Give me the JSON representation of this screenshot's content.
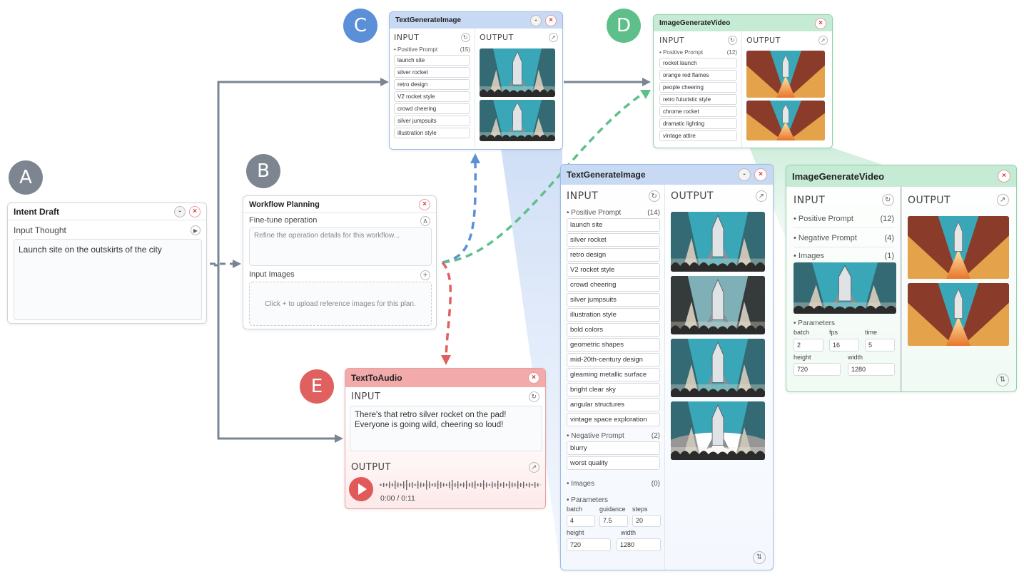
{
  "markers": {
    "a": "A",
    "b": "B",
    "c": "C",
    "d": "D",
    "e": "E"
  },
  "colors": {
    "blue": "#5b8fd8",
    "green": "#5fbf8a",
    "red": "#e06060",
    "gray": "#7a8593",
    "marker_a": "#7d8591",
    "marker_b": "#7d8591"
  },
  "intent": {
    "title": "Intent Draft",
    "min": "-",
    "close": "×",
    "field_label": "Input Thought",
    "field_value": "Launch site on the outskirts of the city"
  },
  "planning": {
    "title": "Workflow Planning",
    "close": "×",
    "fine_label": "Fine-tune operation",
    "fine_placeholder": "Refine the operation details for this workflow...",
    "images_label": "Input Images",
    "images_add": "+",
    "upload_hint": "Click + to upload reference images for this plan."
  },
  "c_small": {
    "title": "TextGenerateImage",
    "min": "-",
    "close": "×",
    "input": "INPUT",
    "output": "OUTPUT",
    "section": "Positive Prompt",
    "count": "(15)",
    "tags": [
      "launch site",
      "silver rocket",
      "retro design",
      "V2 rocket style",
      "crowd cheering",
      "silver jumpsuits",
      "illustration style"
    ]
  },
  "d_small": {
    "title": "ImageGenerateVideo",
    "close": "×",
    "input": "INPUT",
    "output": "OUTPUT",
    "section": "Positive Prompt",
    "count": "(12)",
    "tags": [
      "rocket launch",
      "orange red flames",
      "people cheering",
      "retro futuristic style",
      "chrome rocket",
      "dramatic lighting",
      "vintage attire"
    ]
  },
  "c_big": {
    "title": "TextGenerateImage",
    "min": "-",
    "close": "×",
    "input": "INPUT",
    "output": "OUTPUT",
    "pos_label": "Positive Prompt",
    "pos_count": "(14)",
    "tags": [
      "launch site",
      "silver rocket",
      "retro design",
      "V2 rocket style",
      "crowd cheering",
      "silver jumpsuits",
      "illustration style",
      "bold colors",
      "geometric shapes",
      "mid-20th-century design",
      "gleaming metallic surface",
      "bright clear sky",
      "angular structures",
      "vintage space exploration"
    ],
    "neg_label": "Negative Prompt",
    "neg_count": "(2)",
    "neg_tags": [
      "blurry",
      "worst quality"
    ],
    "img_label": "Images",
    "img_count": "(0)",
    "param_label": "Parameters",
    "p": {
      "batch_l": "batch",
      "batch": "4",
      "guid_l": "guidance",
      "guid": "7.5",
      "steps_l": "steps",
      "steps": "20",
      "height_l": "height",
      "height": "720",
      "width_l": "width",
      "width": "1280"
    }
  },
  "d_big": {
    "title": "ImageGenerateVideo",
    "close": "×",
    "input": "INPUT",
    "output": "OUTPUT",
    "pos_label": "Positive Prompt",
    "pos_count": "(12)",
    "neg_label": "Negative Prompt",
    "neg_count": "(4)",
    "img_label": "Images",
    "img_count": "(1)",
    "param_label": "Parameters",
    "p": {
      "batch_l": "batch",
      "batch": "2",
      "fps_l": "fps",
      "fps": "16",
      "time_l": "time",
      "time": "5",
      "height_l": "height",
      "height": "720",
      "width_l": "width",
      "width": "1280"
    }
  },
  "audio": {
    "title": "TextToAudio",
    "close": "×",
    "input": "INPUT",
    "text_1": "There's that retro silver rocket on the pad!",
    "text_2": "Everyone is going wild, cheering so loud!",
    "output": "OUTPUT",
    "time": "0:00 / 0:11"
  }
}
